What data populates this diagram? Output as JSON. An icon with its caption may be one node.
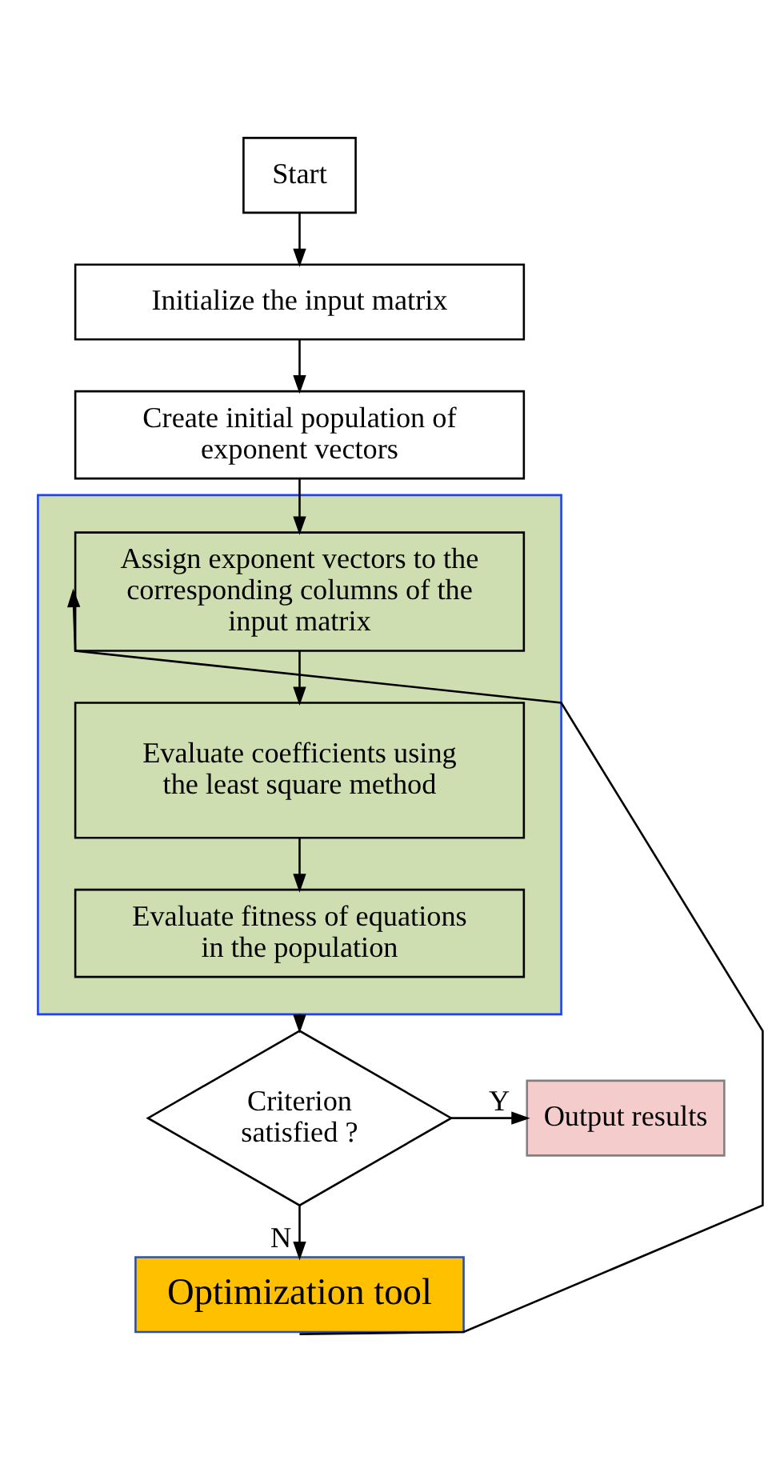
{
  "diagram": {
    "nodes": [
      {
        "text": [
          "Start"
        ]
      },
      {
        "text": [
          "Initialize the input matrix"
        ]
      },
      {
        "text": [
          "Create initial population of exponent vectors"
        ]
      },
      {
        "text": [],
        "shape": "box"
      },
      {
        "text": [
          "Assign exponent vectors to the corresponding columns of the input matrix"
        ],
        "in": 3
      },
      {
        "text": [
          "Evaluate coefficients using the least square method"
        ],
        "in": 3
      },
      {
        "text": [
          "Evaluate fitness of equations in the population"
        ],
        "in": 3
      },
      {
        "text": [
          "Criterion satisfied ?"
        ]
      },
      {
        "text": [
          "Output results"
        ]
      },
      {
        "text": [
          "Optimization tool"
        ]
      }
    ],
    "edges": [
      {
        "from": 0,
        "to": 1,
        "arrow": "to"
      },
      {
        "from": 1,
        "to": 2,
        "arrow": "to"
      },
      {
        "from": 2,
        "to": 4,
        "arrow": "to"
      },
      {
        "from": 4,
        "to": 5,
        "arrow": "to"
      },
      {
        "from": 5,
        "to": 6,
        "arrow": "to"
      },
      {
        "from": 3,
        "to": 7,
        "arrow": "to"
      },
      {
        "from": 7,
        "to": 8,
        "label": "Y",
        "arrow": "to"
      },
      {
        "from": 7,
        "to": 9,
        "label": "N",
        "arrow": "to"
      },
      {
        "from": 9,
        "to": 4,
        "arrow": "to"
      }
    ]
  }
}
